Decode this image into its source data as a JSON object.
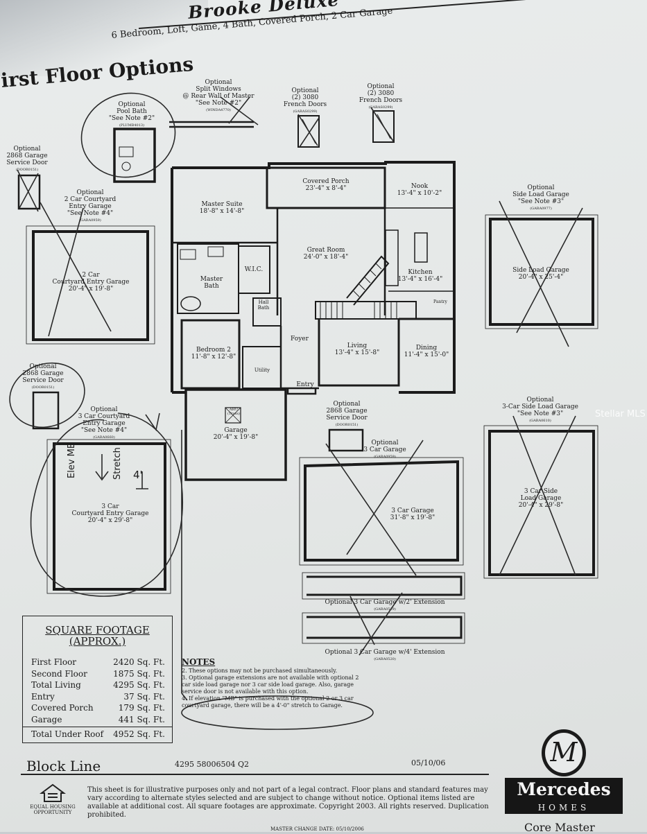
{
  "header": {
    "title": "Brooke Deluxe",
    "subtitle": "6 Bedroom, Loft, Game, 4 Bath, Covered Porch, 2 Car Garage",
    "section_title": "irst Floor Options"
  },
  "option_labels": {
    "pool_bath": [
      "Optional",
      "Pool Bath",
      "\"See Note #2\"",
      "(PLUMB4013)"
    ],
    "split_windows": [
      "Optional",
      "Split Windows",
      "@ Rear Wall of Master",
      "\"See Note #2\"",
      "(WINDA4770)"
    ],
    "french_doors_left": [
      "Optional",
      "(2) 3080",
      "French Doors",
      "(GARAS0299)"
    ],
    "french_doors_right": [
      "Optional",
      "(2) 3080",
      "French Doors",
      "(GARAS0299)"
    ],
    "garage_service_door_top": [
      "Optional",
      "2868 Garage",
      "Service Door",
      "(DOOR0151)"
    ],
    "two_car_courtyard": [
      "Optional",
      "2 Car Courtyard",
      "Entry Garage",
      "\"See Note #4\"",
      "(GARA0959)"
    ],
    "side_load_garage": [
      "Optional",
      "Side Load Garage",
      "\"See Note #3\"",
      "(GARA0977)"
    ],
    "garage_service_door_left": [
      "Optional",
      "2868 Garage",
      "Service Door",
      "(DOOR0151)"
    ],
    "three_car_courtyard": [
      "Optional",
      "3 Car Courtyard",
      "Entry Garage",
      "\"See Note #4\"",
      "(GARA0660)"
    ],
    "garage_service_door_mid": [
      "Optional",
      "2868 Garage",
      "Service Door",
      "(DOOR0151)"
    ],
    "three_car_garage": [
      "Optional",
      "3 Car Garage",
      "(GARA0959)"
    ],
    "three_car_side_load": [
      "Optional",
      "3-Car Side Load Garage",
      "\"See Note #3\"",
      "(GARA0610)"
    ],
    "extension_2": [
      "Optional 3 Car Garage w/2' Extension",
      "(GARA0519)"
    ],
    "extension_4": [
      "Optional 3 Car Garage w/4' Extension",
      "(GARA0520)"
    ]
  },
  "rooms": {
    "covered_porch": [
      "Covered Porch",
      "23'-4\" x 8'-4\""
    ],
    "nook": [
      "Nook",
      "13'-4\" x 10'-2\""
    ],
    "master_suite": [
      "Master Suite",
      "18'-8\" x 14'-8\""
    ],
    "great_room": [
      "Great Room",
      "24'-0\" x 18'-4\""
    ],
    "master_bath": [
      "Master",
      "Bath"
    ],
    "wic": [
      "W.I.C."
    ],
    "kitchen": [
      "Kitchen",
      "13'-4\" x 16'-4\""
    ],
    "hall_bath": [
      "Hall",
      "Bath"
    ],
    "pantry": [
      "Pantry"
    ],
    "foyer": [
      "Foyer"
    ],
    "living": [
      "Living",
      "13'-4\" x 15'-8\""
    ],
    "dining": [
      "Dining",
      "11'-4\" x 15'-0\""
    ],
    "bedroom2": [
      "Bedroom 2",
      "11'-8\" x 12'-8\""
    ],
    "utility": [
      "Utility"
    ],
    "entry": [
      "Entry"
    ],
    "garage": [
      "Garage",
      "20'-4\" x 19'-8\""
    ],
    "ahu": [
      "AHU",
      "(Truss)"
    ],
    "two_car_courtyard_room": [
      "2 Car",
      "Courtyard Entry Garage",
      "20'-4\" x 19'-8\""
    ],
    "side_load_room": [
      "Side Load Garage",
      "20'-4\" x 25'-4\""
    ],
    "three_car_courtyard_room": [
      "3 Car",
      "Courtyard Entry Garage",
      "20'-4\" x 29'-8\""
    ],
    "three_car_room": [
      "3 Car Garage",
      "31'-8\" x 19'-8\""
    ],
    "three_car_side_room": [
      "3 Car Side",
      "Load Garage",
      "20'-4\" x 29'-8\""
    ]
  },
  "handwriting": {
    "elev": "Elev MB",
    "stretch": "Stretch",
    "four_ft": "4'"
  },
  "square_footage": {
    "title_line1": "SQUARE FOOTAGE",
    "title_line2": "(APPROX.)",
    "rows": [
      {
        "label": "First Floor",
        "value": "2420 Sq. Ft."
      },
      {
        "label": "Second Floor",
        "value": "1875 Sq. Ft."
      },
      {
        "label": "Total Living",
        "value": "4295 Sq. Ft."
      },
      {
        "label": "Entry",
        "value": "37 Sq. Ft."
      },
      {
        "label": "Covered Porch",
        "value": "179 Sq. Ft."
      },
      {
        "label": "Garage",
        "value": "441 Sq. Ft."
      }
    ],
    "total": {
      "label": "Total Under Roof",
      "value": "4952 Sq. Ft."
    }
  },
  "notes": {
    "title": "NOTES",
    "items": [
      "2. These options may not be purchased simultaneously.",
      "3. Optional garage extensions are not available with optional 2 car side load garage nor 3 car side load garage. Also, garage service door is not available with this option.",
      "4. If elevation \"MB\" is purchased with the optional 2 or 3 car courtyard garage, there will be a 4'-0\" stretch to Garage."
    ]
  },
  "footer": {
    "block_line": "Block Line",
    "plan_id": "4295 58006504 Q2",
    "date": "05/10/06",
    "disclaimer": "This sheet is for illustrative purposes only and not part of a legal contract. Floor plans and standard features may vary according to alternate styles selected and are subject to change without notice. Optional items listed are available at additional cost. All square footages are approximate. Copyright 2003. All rights reserved. Duplication prohibited.",
    "equal_housing": "EQUAL HOUSING OPPORTUNITY",
    "brand_initial": "M",
    "brand_name": "Mercedes",
    "brand_homes": "HOMES",
    "core_master": "Core Master",
    "master_change": "MASTER CHANGE DATE: 05/10/2006"
  },
  "watermark": "Stellar MLS"
}
